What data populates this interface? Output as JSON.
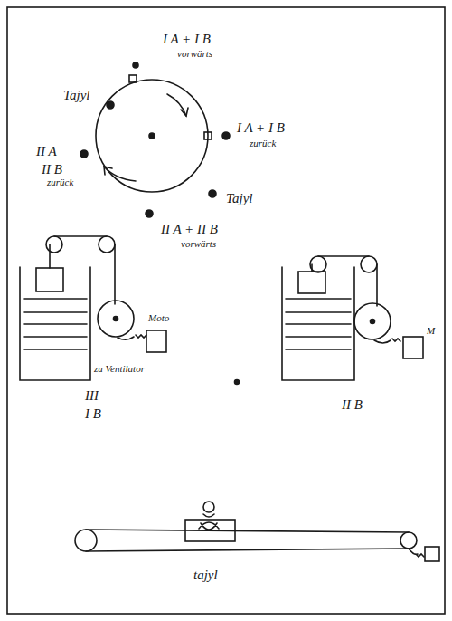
{
  "diagram": {
    "labels": [
      "I A + I B",
      "vorwärts",
      "Tajyl",
      "I A + I B",
      "zurück",
      "II A",
      "II B",
      "zurück",
      "Tajyl",
      "II A + II B",
      "vorwärts",
      "Moto",
      "zu Ventilator",
      "III",
      "I B",
      "M",
      "II B",
      "tajyl"
    ]
  }
}
